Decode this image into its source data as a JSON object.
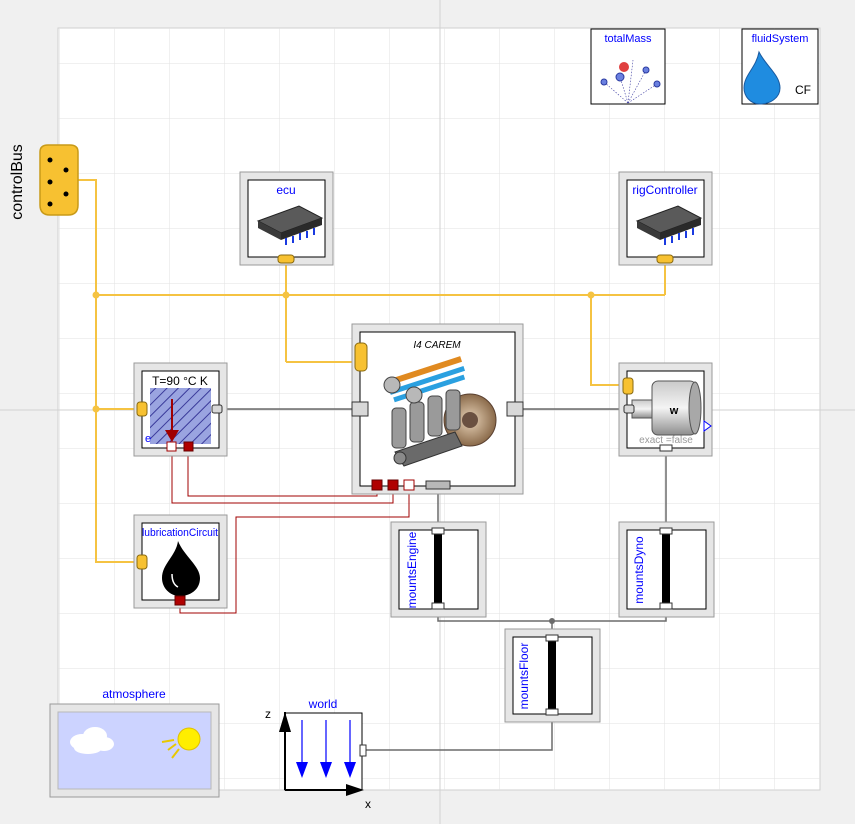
{
  "controlBus": {
    "label": "controlBus"
  },
  "totalMass": {
    "label": "totalMass"
  },
  "fluidSystem": {
    "label": "fluidSystem",
    "sub": "CF"
  },
  "ecu": {
    "label": "ecu"
  },
  "rigController": {
    "label": "rigController"
  },
  "engine": {
    "label": "I4 CAREM"
  },
  "temp": {
    "label": "T=90 °C K",
    "sub": "e"
  },
  "dyno": {
    "letter": "w",
    "param": "exact =false"
  },
  "lubrication": {
    "label": "lubricationCircuit"
  },
  "mountsEngine": {
    "label": "mountsEngine"
  },
  "mountsDyno": {
    "label": "mountsDyno"
  },
  "mountsFloor": {
    "label": "mountsFloor"
  },
  "atmosphere": {
    "label": "atmosphere"
  },
  "world": {
    "label": "world",
    "axis_z": "z",
    "axis_x": "x"
  },
  "colors": {
    "bus": "#f5c342",
    "heat": "#a00000",
    "mech": "#6b6b6b",
    "label": "#0000ff"
  }
}
